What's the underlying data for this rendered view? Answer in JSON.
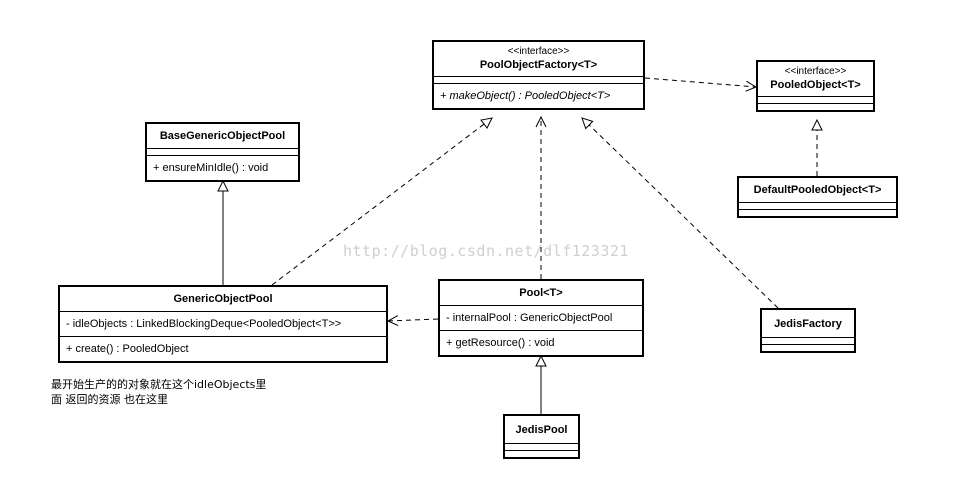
{
  "classes": {
    "pool_object_factory": {
      "stereotype": "<<interface>>",
      "name": "PoolObjectFactory<T>",
      "method": "+ makeObject() : PooledObject<T>"
    },
    "pooled_object": {
      "stereotype": "<<interface>>",
      "name": "PooledObject<T>"
    },
    "base_generic_object_pool": {
      "name": "BaseGenericObjectPool",
      "method": "+ ensureMinIdle() : void"
    },
    "default_pooled_object": {
      "name": "DefaultPooledObject<T>"
    },
    "generic_object_pool": {
      "name": "GenericObjectPool",
      "attribute": "- idleObjects : LinkedBlockingDeque<PooledObject<T>>",
      "method": "+  create() : PooledObject"
    },
    "pool": {
      "name": "Pool<T>",
      "attribute": "- internalPool : GenericObjectPool",
      "method": "+ getResource() : void"
    },
    "jedis_factory": {
      "name": "JedisFactory"
    },
    "jedis_pool": {
      "name": "JedisPool"
    }
  },
  "note": {
    "line1": "最开始生产的的对象就在这个idleObjects里",
    "line2": "面 返回的资源 也在这里"
  },
  "watermark": "http://blog.csdn.net/dlf123321"
}
